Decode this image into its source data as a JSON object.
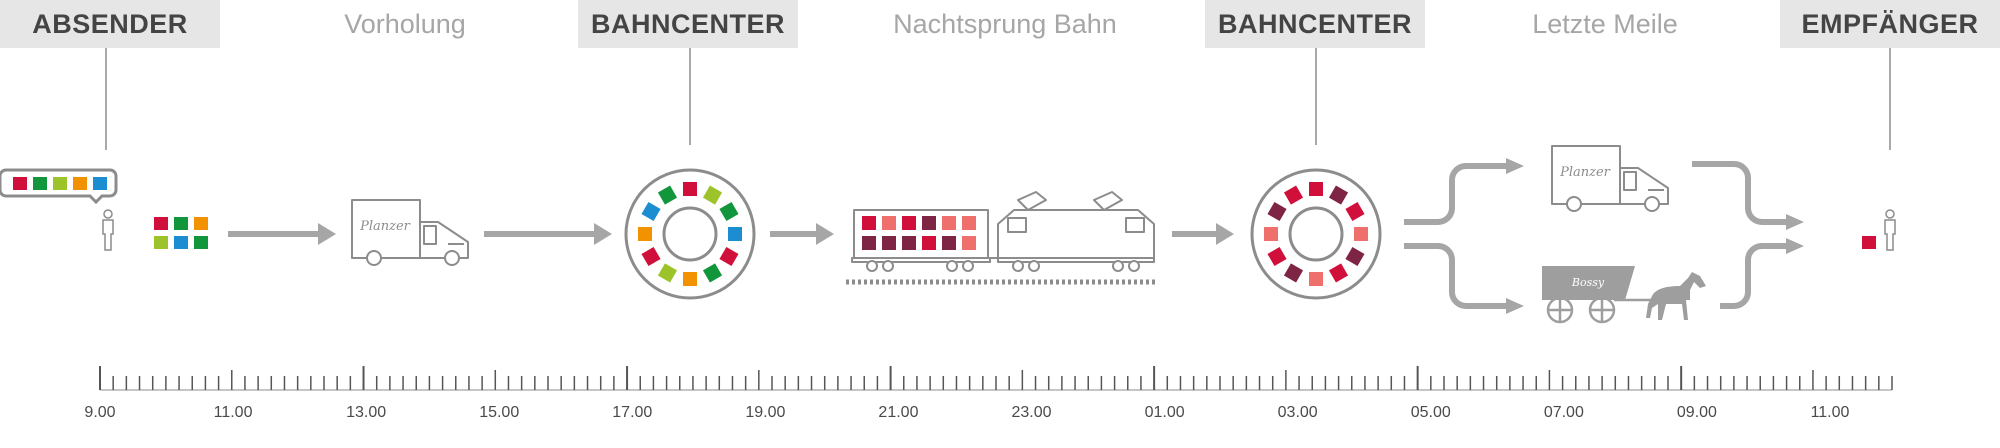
{
  "stages": [
    {
      "label": "ABSENDER",
      "style": "bold"
    },
    {
      "label": "Vorholung",
      "style": "light"
    },
    {
      "label": "BAHNCENTER",
      "style": "bold"
    },
    {
      "label": "Nachtsprung Bahn",
      "style": "light"
    },
    {
      "label": "BAHNCENTER",
      "style": "bold"
    },
    {
      "label": "Letzte Meile",
      "style": "light"
    },
    {
      "label": "EMPFÄNGER",
      "style": "bold"
    }
  ],
  "timeline": {
    "labels": [
      "9.00",
      "11.00",
      "13.00",
      "15.00",
      "17.00",
      "19.00",
      "21.00",
      "23.00",
      "01.00",
      "03.00",
      "05.00",
      "07.00",
      "09.00",
      "11.00"
    ]
  },
  "vehicles": {
    "truck_brand": "Planzer",
    "carriage_brand": "Bossy"
  },
  "colors": {
    "arrow": "#a6a6a6",
    "outline": "#8c8c8c",
    "header_bg": "#e6e6e6",
    "parcels_sender": [
      "#d0103a",
      "#12963b",
      "#9cc42a",
      "#f39200",
      "#1c8dd1"
    ],
    "parcels_warm": [
      "#d0103a",
      "#ef6f6c",
      "#7e2445"
    ]
  }
}
